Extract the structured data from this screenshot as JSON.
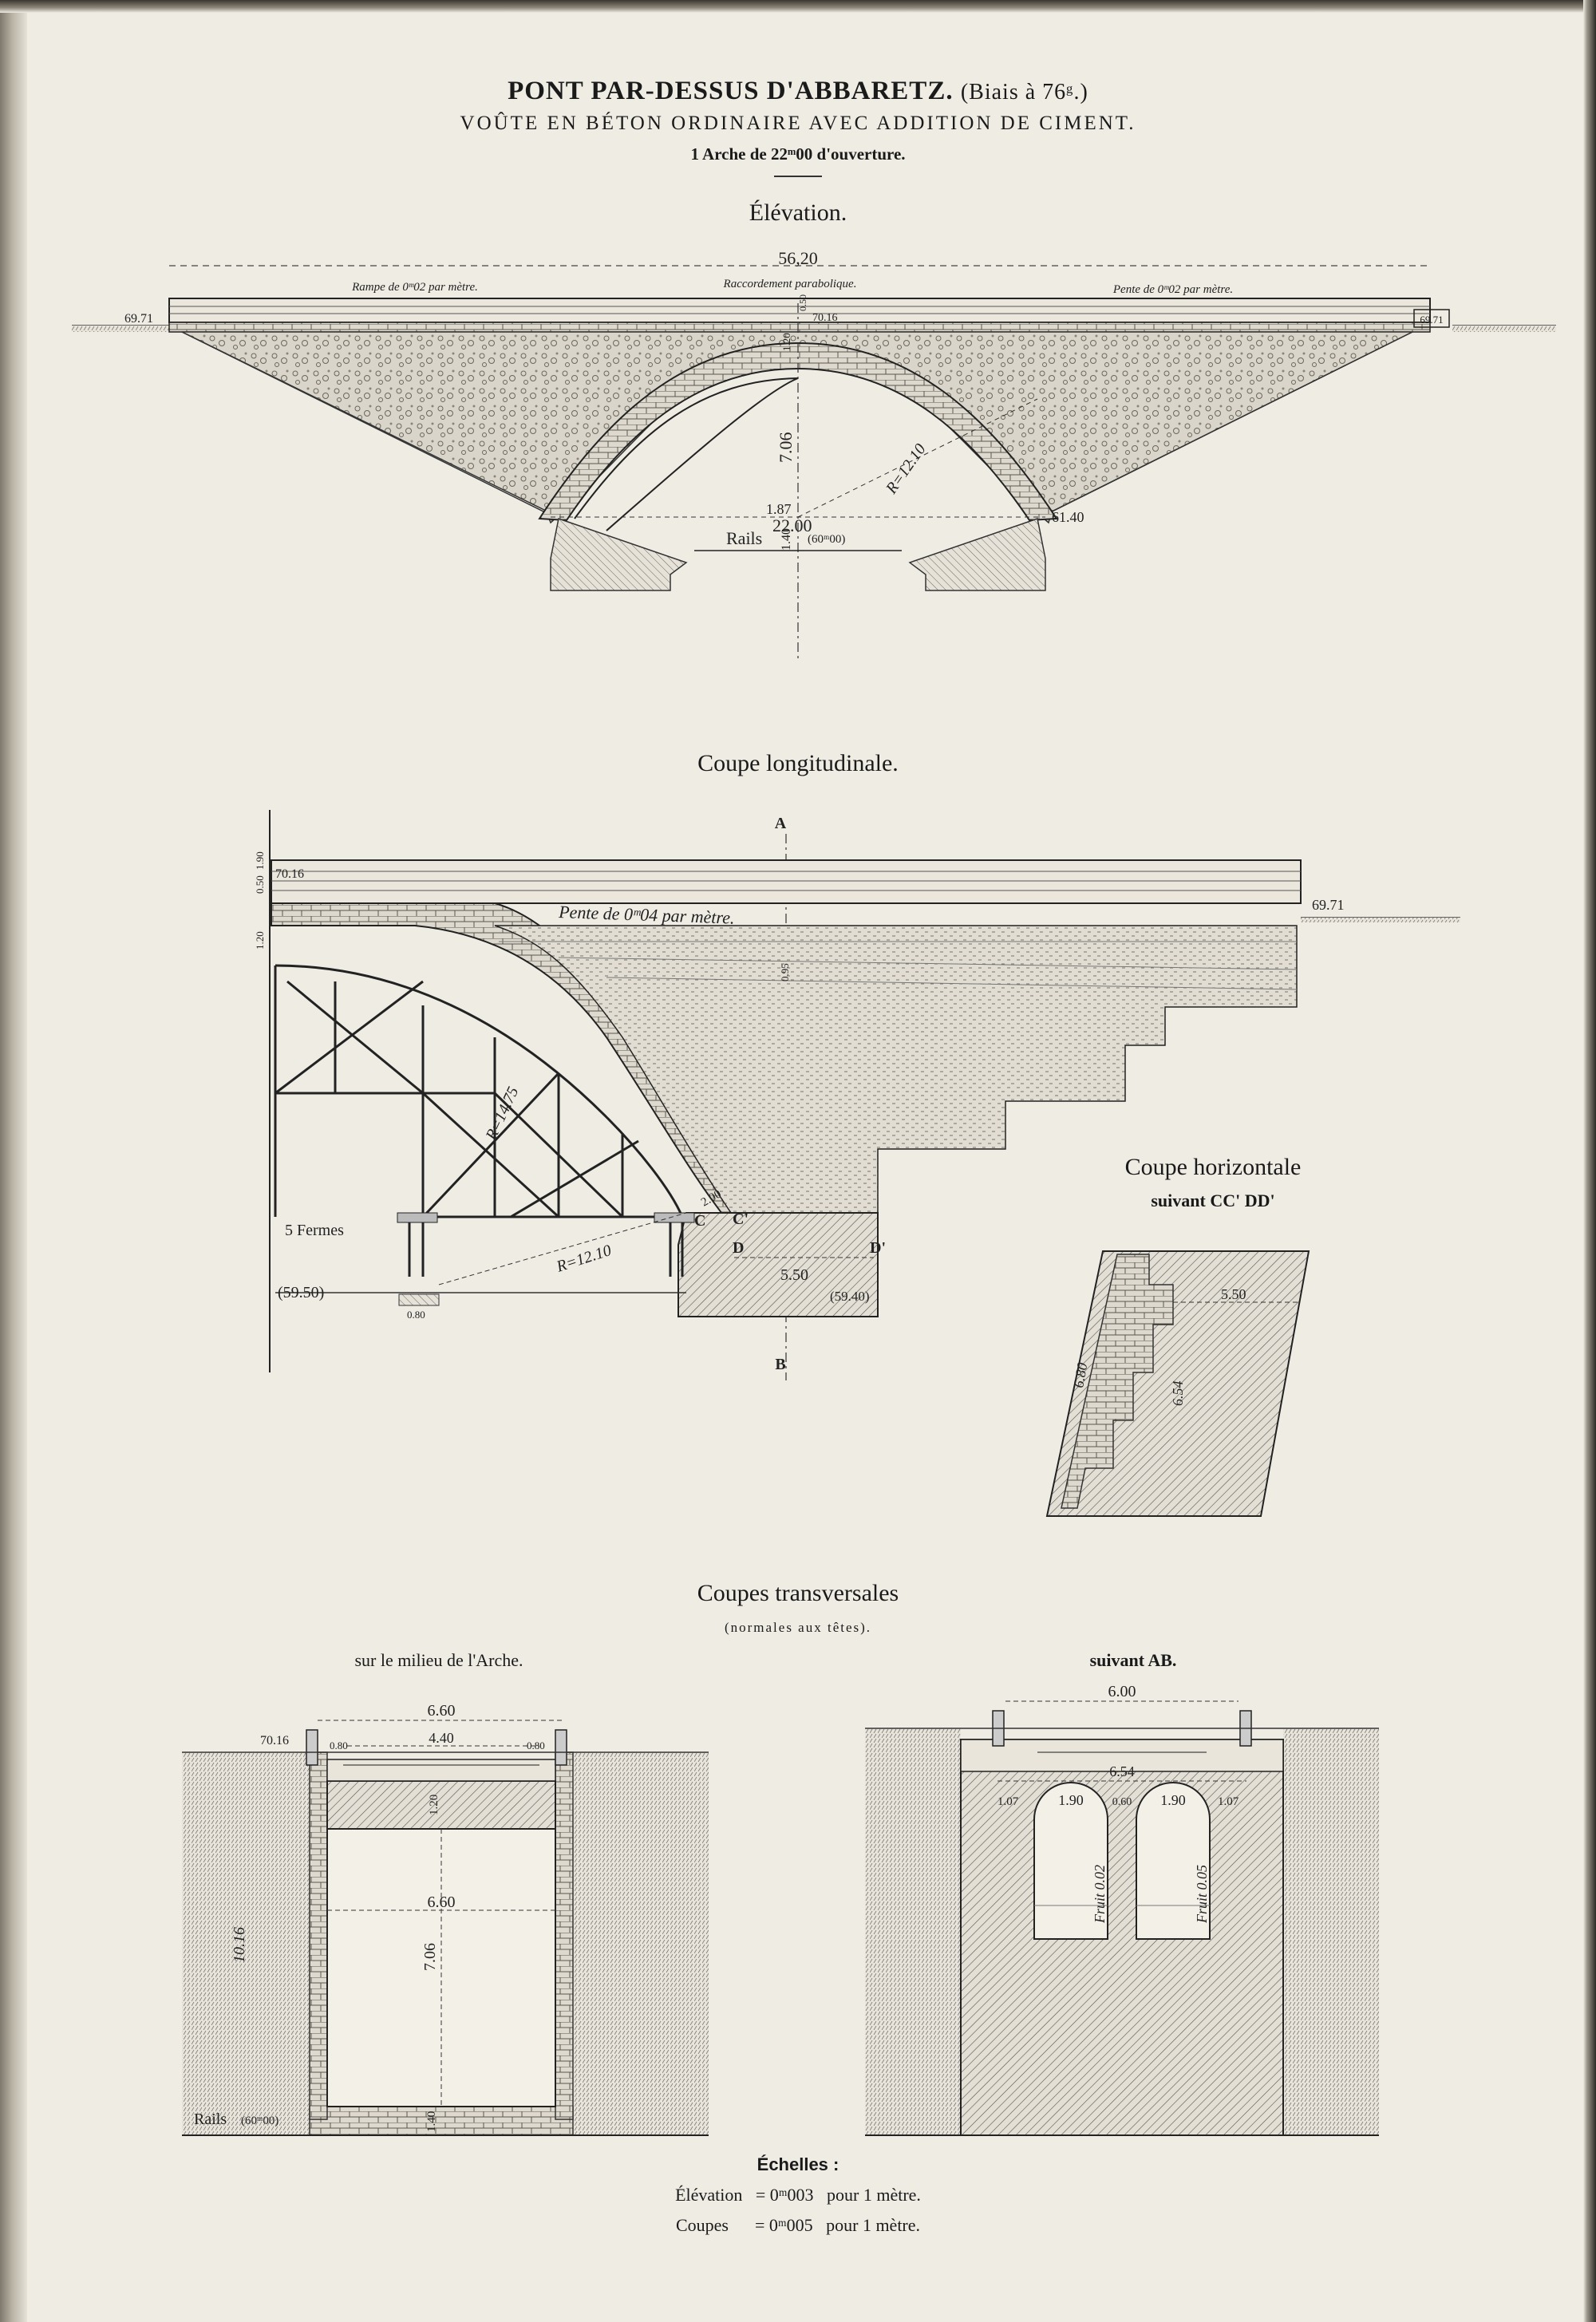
{
  "title": {
    "main": "PONT PAR-DESSUS D'ABBARETZ.",
    "biais": "(Biais à 76ᵍ.)",
    "subtitle": "VOÛTE EN BÉTON ORDINAIRE AVEC ADDITION DE CIMENT.",
    "arch": "1 Arche de 22ᵐ00 d'ouverture."
  },
  "elevation": {
    "heading": "Élévation.",
    "labels": {
      "overall": "56,20",
      "ramp": "Rampe de 0ᵐ02 par mètre.",
      "raccord": "Raccordement parabolique.",
      "pente": "Pente de 0ᵐ02 par mètre.",
      "level_left": "69.71",
      "level_right": "69.71",
      "crown": "70.16",
      "rise": "7.06",
      "radius": "R=12.10",
      "span": "22.00",
      "springing": "61.40",
      "offset": "1.87",
      "rails_depth": "1.40",
      "rails": "Rails",
      "rails_level": "(60ᵐ00)",
      "crown_dim": "0.50",
      "crown_dim2": "1.20"
    }
  },
  "longitudinal": {
    "heading": "Coupe longitudinale.",
    "labels": {
      "a": "A",
      "b": "B",
      "top_level": "70.16",
      "right_level": "69.71",
      "pente": "Pente de 0ᵐ04 par mètre.",
      "fermes": "5 Fermes",
      "left_level": "(59.50)",
      "bottom_level": "(59.40)",
      "r1475": "R=14.75",
      "r1210": "R=12.10",
      "c": "C",
      "c2": "C'",
      "d": "D",
      "d2": "D'",
      "dim_550": "5.50",
      "dim_200": "2.00",
      "dim_080": "0.80",
      "dim_120": "1.20",
      "dim_050": "0.50",
      "dim_190": "1.90",
      "dim_095": "0.95"
    }
  },
  "horizontal": {
    "heading": "Coupe horizontale",
    "subheading": "suivant CC' DD'",
    "labels": {
      "w": "5.50",
      "h1": "6.80",
      "h2": "6.54"
    }
  },
  "transversal": {
    "heading": "Coupes transversales",
    "note": "(normales aux têtes).",
    "left": {
      "heading": "sur le milieu de l'Arche.",
      "labels": {
        "top_width": "6.60",
        "inner": "4.40",
        "side_l": "0.80",
        "side_r": "0.80",
        "level": "70.16",
        "opening": "6.60",
        "rise": "7.06",
        "height": "10.16",
        "base": "1.40",
        "thick": "1.20",
        "rails": "Rails",
        "rails_level": "(60ᵐ00)"
      }
    },
    "right": {
      "heading": "suivant AB.",
      "labels": {
        "top_width": "6.00",
        "inner": "6.54",
        "w1": "1.90",
        "w2": "1.90",
        "mid": "0.60",
        "side_l": "1.07",
        "side_r": "1.07",
        "fruit1": "Fruit 0.02",
        "fruit2": "Fruit 0.05"
      }
    }
  },
  "scales": {
    "heading": "Échelles :",
    "elevation": "Élévation   = 0ᵐ003   pour 1 mètre.",
    "coupes": "Coupes      = 0ᵐ005   pour 1 mètre."
  }
}
